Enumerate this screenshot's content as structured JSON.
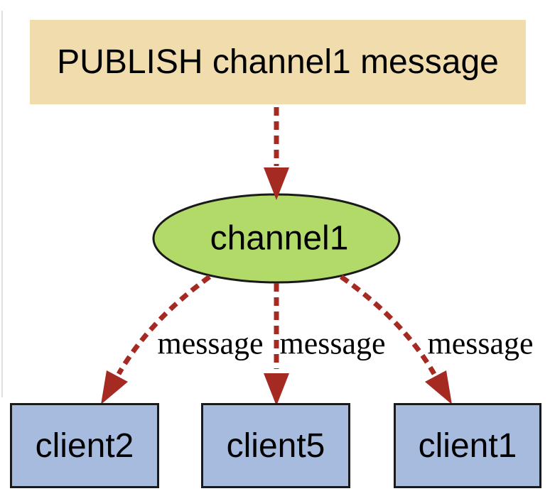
{
  "diagram": {
    "publisher": {
      "label": "PUBLISH channel1 message"
    },
    "channel": {
      "label": "channel1"
    },
    "subscribers": [
      {
        "label": "client2"
      },
      {
        "label": "client5"
      },
      {
        "label": "client1"
      }
    ],
    "edges": [
      {
        "from": "channel1",
        "to": "client2",
        "label": "message"
      },
      {
        "from": "channel1",
        "to": "client5",
        "label": "message"
      },
      {
        "from": "channel1",
        "to": "client1",
        "label": "message"
      }
    ]
  },
  "colors": {
    "background": "#ffffff",
    "text": "#000000",
    "publisher-fill": "#f0dcac",
    "channel-fill": "#b2da69",
    "subscriber-fill": "#a7bbdf",
    "node-stroke": "#1a1a1a",
    "arrow": "#a52a21"
  }
}
